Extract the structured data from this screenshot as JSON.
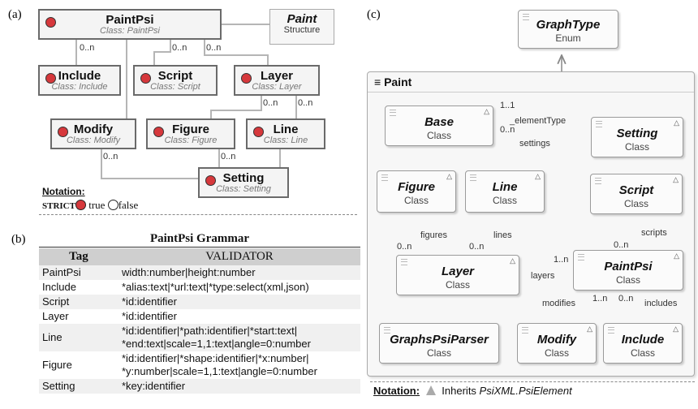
{
  "panels": {
    "a": "(a)",
    "b": "(b)",
    "c": "(c)"
  },
  "diagram_a": {
    "nodes": {
      "paintpsi": {
        "title": "PaintPsi",
        "sub": "Class: PaintPsi"
      },
      "paint": {
        "title": "Paint",
        "sub": "Structure"
      },
      "include": {
        "title": "Include",
        "sub": "Class: Include"
      },
      "script": {
        "title": "Script",
        "sub": "Class: Script"
      },
      "layer": {
        "title": "Layer",
        "sub": "Class: Layer"
      },
      "modify": {
        "title": "Modify",
        "sub": "Class: Modify"
      },
      "figure": {
        "title": "Figure",
        "sub": "Class: Figure"
      },
      "line": {
        "title": "Line",
        "sub": "Class: Line"
      },
      "setting": {
        "title": "Setting",
        "sub": "Class: Setting"
      }
    },
    "mult": [
      "0..n",
      "0..n",
      "0..n",
      "0..n",
      "0..n",
      "0..n",
      "0..n"
    ],
    "notation": {
      "title": "Notation:",
      "strict": "STRICT",
      "true_label": "true",
      "false_label": "false"
    }
  },
  "grammar": {
    "title": "PaintPsi Grammar",
    "headers": [
      "Tag",
      "VALIDATOR"
    ],
    "rows": [
      {
        "tag": "PaintPsi",
        "validator": "width:number|height:number"
      },
      {
        "tag": "Include",
        "validator": "*alias:text|*url:text|*type:select(xml,json)"
      },
      {
        "tag": "Script",
        "validator": "*id:identifier"
      },
      {
        "tag": "Layer",
        "validator": "*id:identifier"
      },
      {
        "tag": "Line",
        "validator": "*id:identifier|*path:identifier|*start:text|\n*end:text|scale=1,1:text|angle=0:number"
      },
      {
        "tag": "Figure",
        "validator": "*id:identifier|*shape:identifier|*x:number|\n*y:number|scale=1,1:text|angle=0:number"
      },
      {
        "tag": "Setting",
        "validator": "*key:identifier"
      }
    ]
  },
  "diagram_c": {
    "container": "Paint",
    "nodes": {
      "graphtype": {
        "title": "GraphType",
        "sub": "Enum"
      },
      "base": {
        "title": "Base",
        "sub": "Class"
      },
      "setting": {
        "title": "Setting",
        "sub": "Class"
      },
      "figure": {
        "title": "Figure",
        "sub": "Class"
      },
      "line": {
        "title": "Line",
        "sub": "Class"
      },
      "script": {
        "title": "Script",
        "sub": "Class"
      },
      "layer": {
        "title": "Layer",
        "sub": "Class"
      },
      "paintpsi": {
        "title": "PaintPsi",
        "sub": "Class"
      },
      "parser": {
        "title": "GraphsPsiParser",
        "sub": "Class"
      },
      "modify": {
        "title": "Modify",
        "sub": "Class"
      },
      "include": {
        "title": "Include",
        "sub": "Class"
      }
    },
    "edges": {
      "elementType": "_elementType",
      "settings": "settings",
      "figures": "figures",
      "lines": "lines",
      "scripts": "scripts",
      "layers": "layers",
      "modifies": "modifies",
      "includes": "includes"
    },
    "mult": {
      "et_1": "1..1",
      "et_0": "0..n",
      "fig": "0..n",
      "lin": "0..n",
      "scr": "0..n",
      "lay": "1..n",
      "mod": "1..n",
      "inc": "0..n"
    },
    "notation": {
      "title": "Notation:",
      "text": "Inherits ",
      "italic": "PsiXML.PsiElement"
    }
  }
}
